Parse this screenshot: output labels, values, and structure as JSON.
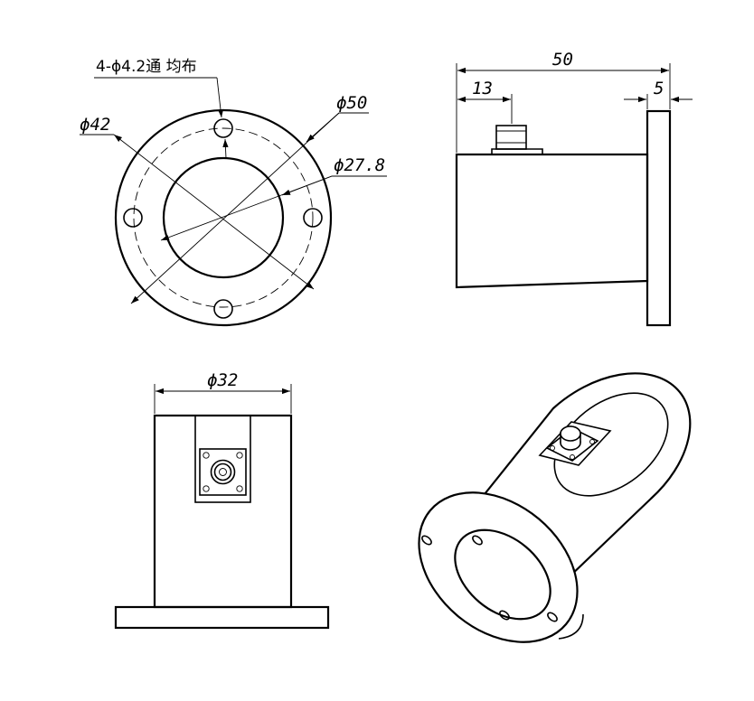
{
  "drawing": {
    "callouts": {
      "bolt_holes": "4-ϕ4.2通 均布",
      "outer_diameter": "ϕ50",
      "bolt_circle": "ϕ42",
      "bore": "ϕ27.8",
      "body_diameter": "ϕ32"
    },
    "dimensions": {
      "overall_length": "50",
      "connector_offset": "13",
      "flange_thickness": "5"
    }
  }
}
